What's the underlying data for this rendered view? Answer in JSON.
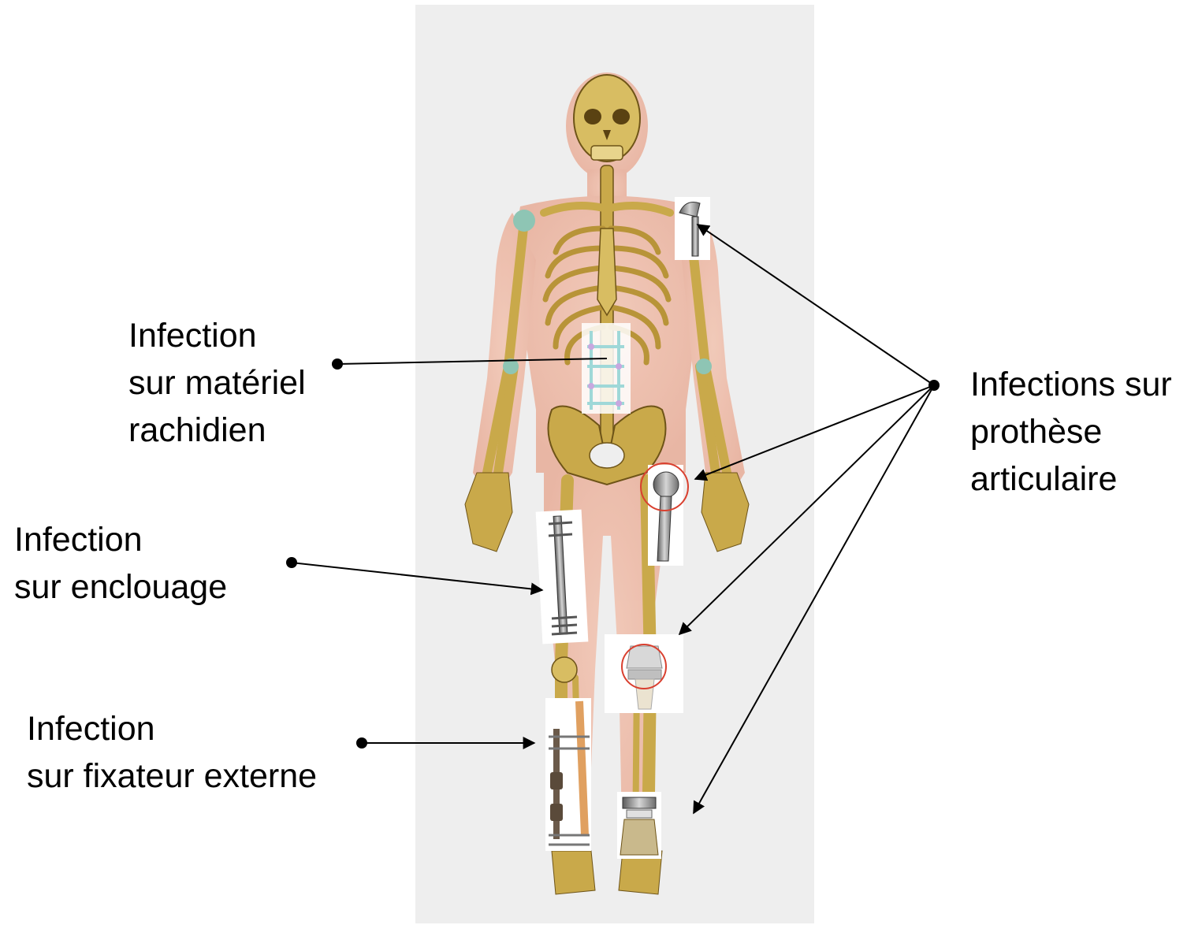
{
  "labels": {
    "spinal": {
      "line1": "Infection",
      "line2": "sur matériel",
      "line3": "rachidien"
    },
    "nail": {
      "line1": "Infection",
      "line2": "sur enclouage"
    },
    "external_fixator": {
      "line1": "Infection",
      "line2": "sur fixateur externe"
    },
    "joint_prosthesis": {
      "line1": "Infections sur",
      "line2": "prothèse",
      "line3": "articulaire"
    }
  },
  "colors": {
    "background_panel": "#eeeeee",
    "skin": "#eab8a4",
    "bone": "#c9a94a",
    "bone_shadow": "#8a6a1e",
    "metal": "#8c8c8c",
    "highlight_circle": "#d9402f",
    "arrow": "#000000"
  },
  "icons": [
    "skeleton-figure",
    "shoulder-prosthesis-icon",
    "hip-prosthesis-icon",
    "knee-prosthesis-icon",
    "ankle-prosthesis-icon",
    "intramedullary-nail-icon",
    "external-fixator-icon",
    "spinal-implant-icon"
  ]
}
